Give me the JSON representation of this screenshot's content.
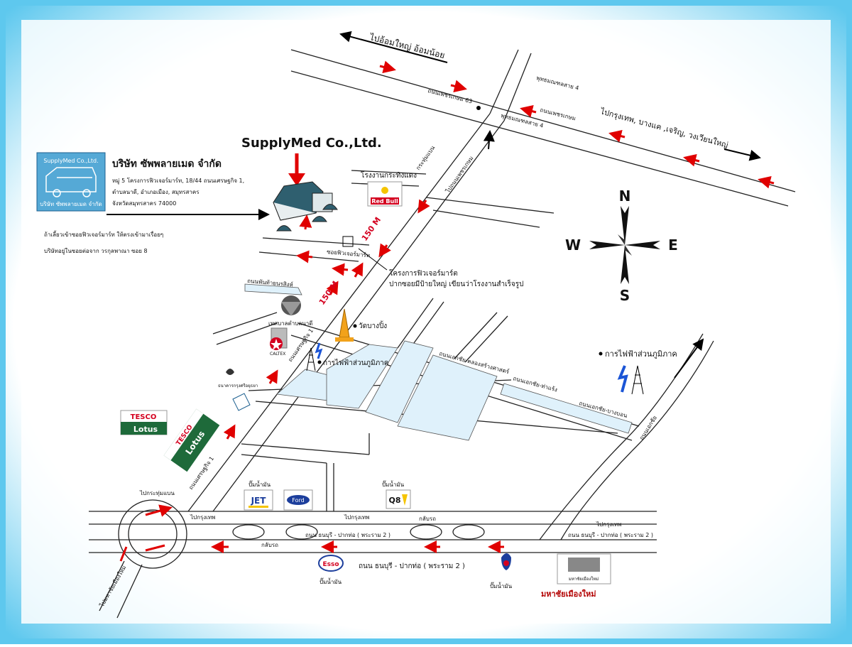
{
  "company": {
    "logo_text": "SupplyMed Co.,Ltd.",
    "brand_title": "SupplyMed Co.,Ltd.",
    "logo_caption": "บริษัท ซัพพลายเมด จำกัด",
    "name_th": "บริษัท ซัพพลายเมด จำกัด",
    "address": [
      "หมู่ 5 โครงการฟิวเจอร์มาร์ท, 18/44  ถนนเศรษฐกิจ 1,",
      "ตำบลนาดี, อำเภอเมือง, สมุทรสาคร",
      "จังหวัดสมุทรสาคร  74000"
    ],
    "note": [
      "ถ้าเลี้ยวเข้าซอยฟิวเจอร์มาร์ท ให้ตรงเข้ามาเรื่อยๆ",
      "บริษัทอยู่ในซอยต่อจาก วรกุลพาณา ซอย 8"
    ]
  },
  "directions": {
    "top_left": "ไปอ้อมใหญ่  อ้อมน้อย",
    "top_right": "ไปกรุงเทพ, บางแค ,เจริญ, วงเวียนใหญ่",
    "future_mart": [
      "โครงการฟิวเจอร์มาร์ต",
      "ปากซอยมีป้ายใหญ่  เขียนว่าโรงงานสำเร็จรูป"
    ],
    "dist_1": "150 M",
    "dist_2": "150 M"
  },
  "compass": {
    "n": "N",
    "s": "S",
    "e": "E",
    "w": "W"
  },
  "road_labels": {
    "phutthamonthon4_a": "พุทธมณฑลสาย 4",
    "phutthamonthon4_b": "พุทธมณฑลสาย 4",
    "phetkasem63": "ถนนเพชรเกษม 63",
    "phetkasem": "ถนนเพชรเกษม",
    "kratumbaen": "กระทุ่มแบน",
    "to_phet": "ไปถนนเพชรเกษม",
    "future_soi": "ซอยฟิวเจอร์มาร์ท",
    "sethakit_a": "ถนนเศรษฐกิจ 1",
    "sethakit_b": "ถนนเศรษฐกิจ 1",
    "phanthai": "ถนนพันท้ายนรสิงห์",
    "ekachai_west": "ถนนเอกชัย-คลองสร้างศาสตร์",
    "ekachai_east": "ถนนเอกชัย-บางบอน",
    "ekachai_rd": "ถนนเอกชัย-ท่าแร้ง",
    "to_kratumbaen": "ไปกระทุ่มแบน",
    "to_mahachai": "ไปมหาชัยเมืองใหม่",
    "to_ekachai": "ถนนเอกชัย",
    "to_bkk_1": "ไปกรุงเทพ",
    "to_bkk_2": "ไปกรุงเทพ",
    "to_bkk_3": "ไปกรุงเทพ",
    "return_1": "กลับรถ",
    "return_2": "กลับรถ",
    "rama2_a": "ถนน ธนบุรี - ปากท่อ ( พระราม 2 )",
    "rama2_b": "ถนน ธนบุรี - ปากท่อ ( พระราม 2 )",
    "rama2_main": "ถนน ธนบุรี - ปากท่อ ( พระราม 2 )"
  },
  "landmarks": {
    "redbull_factory": "โรงงานกระทิงแดง",
    "redbull_logo": "Red Bull",
    "wat": "วัดบางปิ้ง",
    "municipality": "เทศบาลตำบลนาดี",
    "pea_1": "การไฟฟ้าส่วนภูมิภาค",
    "pea_2": "การไฟฟ้าส่วนภูมิภาค",
    "caltex": "CALTEX",
    "tesco_a": "TESCO",
    "tesco_b": "TESCO",
    "lotus_a": "Lotus",
    "lotus_b": "Lotus",
    "bank": "ธนาคารกรุงศรีอยุธยา",
    "gas_1": "ปั๊มน้ำมัน",
    "gas_2": "ปั๊มน้ำมัน",
    "gas_3": "ปั๊มน้ำมัน",
    "gas_4": "ปั๊มน้ำมัน",
    "jet": "JET",
    "ford": "Ford",
    "q8": "Q8",
    "esso": "Esso",
    "mall_caption": "มหาชัยเมืองใหม่",
    "mall_big": "มหาชัยเมืองใหม่"
  },
  "colors": {
    "frame": "#5ec8ee",
    "river": "#dff1fb",
    "arrow": "#e00000",
    "building": "#2f5f6f"
  }
}
